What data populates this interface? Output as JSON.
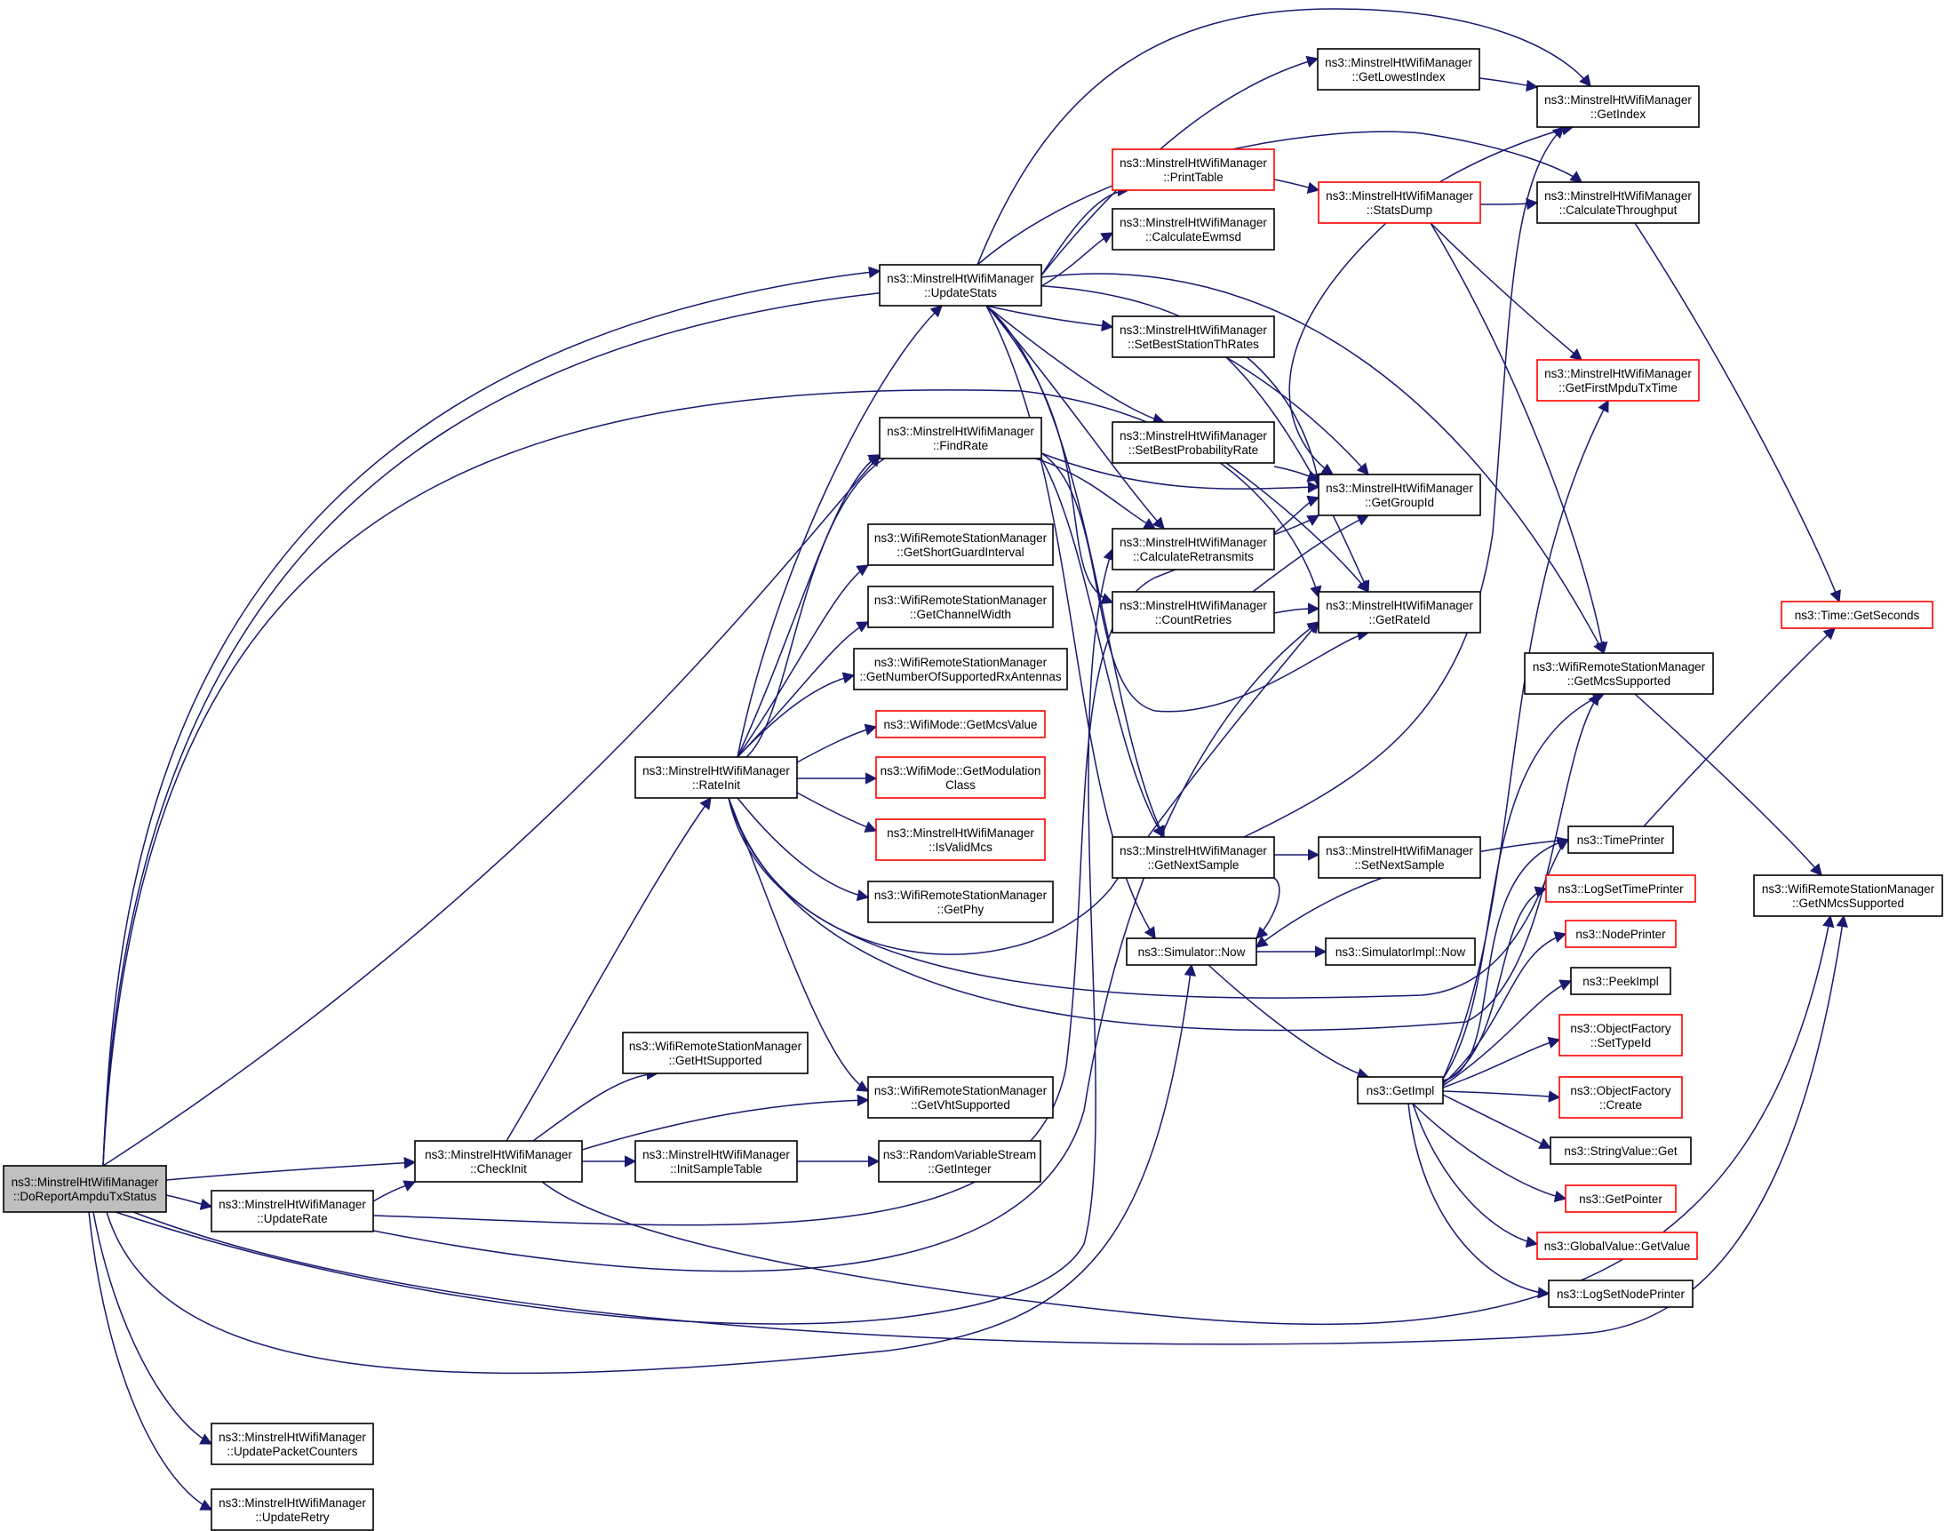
{
  "diagram": {
    "colors": {
      "edge": "#191970",
      "box_border": "#000000",
      "truncated_border": "#ff0000",
      "root_fill": "#bfbfbf"
    },
    "nodes": [
      {
        "id": "root",
        "lines": [
          "ns3::MinstrelHtWifiManager",
          "::DoReportAmpduTxStatus"
        ],
        "style": "root"
      },
      {
        "id": "updateStats",
        "lines": [
          "ns3::MinstrelHtWifiManager",
          "::UpdateStats"
        ],
        "style": "normal"
      },
      {
        "id": "getLowestIndex",
        "lines": [
          "ns3::MinstrelHtWifiManager",
          "::GetLowestIndex"
        ],
        "style": "normal"
      },
      {
        "id": "getIndex",
        "lines": [
          "ns3::MinstrelHtWifiManager",
          "::GetIndex"
        ],
        "style": "normal"
      },
      {
        "id": "printTable",
        "lines": [
          "ns3::MinstrelHtWifiManager",
          "::PrintTable"
        ],
        "style": "truncated"
      },
      {
        "id": "statsDump",
        "lines": [
          "ns3::MinstrelHtWifiManager",
          "::StatsDump"
        ],
        "style": "truncated"
      },
      {
        "id": "calcThroughput",
        "lines": [
          "ns3::MinstrelHtWifiManager",
          "::CalculateThroughput"
        ],
        "style": "normal"
      },
      {
        "id": "calcEwmsd",
        "lines": [
          "ns3::MinstrelHtWifiManager",
          "::CalculateEwmsd"
        ],
        "style": "normal"
      },
      {
        "id": "setBestThRates",
        "lines": [
          "ns3::MinstrelHtWifiManager",
          "::SetBestStationThRates"
        ],
        "style": "normal"
      },
      {
        "id": "getFirstMpdu",
        "lines": [
          "ns3::MinstrelHtWifiManager",
          "::GetFirstMpduTxTime"
        ],
        "style": "truncated"
      },
      {
        "id": "findRate",
        "lines": [
          "ns3::MinstrelHtWifiManager",
          "::FindRate"
        ],
        "style": "normal"
      },
      {
        "id": "setBestProb",
        "lines": [
          "ns3::MinstrelHtWifiManager",
          "::SetBestProbabilityRate"
        ],
        "style": "normal"
      },
      {
        "id": "getGroupId",
        "lines": [
          "ns3::MinstrelHtWifiManager",
          "::GetGroupId"
        ],
        "style": "normal"
      },
      {
        "id": "getSGI",
        "lines": [
          "ns3::WifiRemoteStationManager",
          "::GetShortGuardInterval"
        ],
        "style": "normal"
      },
      {
        "id": "calcRetrans",
        "lines": [
          "ns3::MinstrelHtWifiManager",
          "::CalculateRetransmits"
        ],
        "style": "normal"
      },
      {
        "id": "getChWidth",
        "lines": [
          "ns3::WifiRemoteStationManager",
          "::GetChannelWidth"
        ],
        "style": "normal"
      },
      {
        "id": "countRetries",
        "lines": [
          "ns3::MinstrelHtWifiManager",
          "::CountRetries"
        ],
        "style": "normal"
      },
      {
        "id": "getRateId",
        "lines": [
          "ns3::MinstrelHtWifiManager",
          "::GetRateId"
        ],
        "style": "normal"
      },
      {
        "id": "getSeconds",
        "lines": [
          "ns3::Time::GetSeconds"
        ],
        "style": "truncated"
      },
      {
        "id": "getNumRx",
        "lines": [
          "ns3::WifiRemoteStationManager",
          "::GetNumberOfSupportedRxAntennas"
        ],
        "style": "normal"
      },
      {
        "id": "getMcsSupported",
        "lines": [
          "ns3::WifiRemoteStationManager",
          "::GetMcsSupported"
        ],
        "style": "normal"
      },
      {
        "id": "getMcsValue",
        "lines": [
          "ns3::WifiMode::GetMcsValue"
        ],
        "style": "truncated"
      },
      {
        "id": "rateInit",
        "lines": [
          "ns3::MinstrelHtWifiManager",
          "::RateInit"
        ],
        "style": "normal"
      },
      {
        "id": "getModClass",
        "lines": [
          "ns3::WifiMode::GetModulation",
          "Class"
        ],
        "style": "truncated"
      },
      {
        "id": "isValidMcs",
        "lines": [
          "ns3::MinstrelHtWifiManager",
          "::IsValidMcs"
        ],
        "style": "truncated"
      },
      {
        "id": "getNextSample",
        "lines": [
          "ns3::MinstrelHtWifiManager",
          "::GetNextSample"
        ],
        "style": "normal"
      },
      {
        "id": "setNextSample",
        "lines": [
          "ns3::MinstrelHtWifiManager",
          "::SetNextSample"
        ],
        "style": "normal"
      },
      {
        "id": "timePrinter",
        "lines": [
          "ns3::TimePrinter"
        ],
        "style": "normal"
      },
      {
        "id": "getPhy",
        "lines": [
          "ns3::WifiRemoteStationManager",
          "::GetPhy"
        ],
        "style": "normal"
      },
      {
        "id": "logSetTimePrinter",
        "lines": [
          "ns3::LogSetTimePrinter"
        ],
        "style": "truncated"
      },
      {
        "id": "getNMcs",
        "lines": [
          "ns3::WifiRemoteStationManager",
          "::GetNMcsSupported"
        ],
        "style": "normal"
      },
      {
        "id": "simNow",
        "lines": [
          "ns3::Simulator::Now"
        ],
        "style": "normal"
      },
      {
        "id": "simImplNow",
        "lines": [
          "ns3::SimulatorImpl::Now"
        ],
        "style": "normal"
      },
      {
        "id": "nodePrinter",
        "lines": [
          "ns3::NodePrinter"
        ],
        "style": "truncated"
      },
      {
        "id": "peekImpl",
        "lines": [
          "ns3::PeekImpl"
        ],
        "style": "normal"
      },
      {
        "id": "setTypeId",
        "lines": [
          "ns3::ObjectFactory",
          "::SetTypeId"
        ],
        "style": "truncated"
      },
      {
        "id": "getHtSupported",
        "lines": [
          "ns3::WifiRemoteStationManager",
          "::GetHtSupported"
        ],
        "style": "normal"
      },
      {
        "id": "getImpl",
        "lines": [
          "ns3::GetImpl"
        ],
        "style": "normal"
      },
      {
        "id": "getVhtSupported",
        "lines": [
          "ns3::WifiRemoteStationManager",
          "::GetVhtSupported"
        ],
        "style": "normal"
      },
      {
        "id": "create",
        "lines": [
          "ns3::ObjectFactory",
          "::Create"
        ],
        "style": "truncated"
      },
      {
        "id": "checkInit",
        "lines": [
          "ns3::MinstrelHtWifiManager",
          "::CheckInit"
        ],
        "style": "normal"
      },
      {
        "id": "initSampleTable",
        "lines": [
          "ns3::MinstrelHtWifiManager",
          "::InitSampleTable"
        ],
        "style": "normal"
      },
      {
        "id": "getInteger",
        "lines": [
          "ns3::RandomVariableStream",
          "::GetInteger"
        ],
        "style": "normal"
      },
      {
        "id": "stringValueGet",
        "lines": [
          "ns3::StringValue::Get"
        ],
        "style": "normal"
      },
      {
        "id": "updateRate",
        "lines": [
          "ns3::MinstrelHtWifiManager",
          "::UpdateRate"
        ],
        "style": "normal"
      },
      {
        "id": "getPointer",
        "lines": [
          "ns3::GetPointer"
        ],
        "style": "truncated"
      },
      {
        "id": "globalGetValue",
        "lines": [
          "ns3::GlobalValue::GetValue"
        ],
        "style": "truncated"
      },
      {
        "id": "logSetNodePrinter",
        "lines": [
          "ns3::LogSetNodePrinter"
        ],
        "style": "normal"
      },
      {
        "id": "updatePktCounters",
        "lines": [
          "ns3::MinstrelHtWifiManager",
          "::UpdatePacketCounters"
        ],
        "style": "normal"
      },
      {
        "id": "updateRetry",
        "lines": [
          "ns3::MinstrelHtWifiManager",
          "::UpdateRetry"
        ],
        "style": "normal"
      }
    ]
  }
}
